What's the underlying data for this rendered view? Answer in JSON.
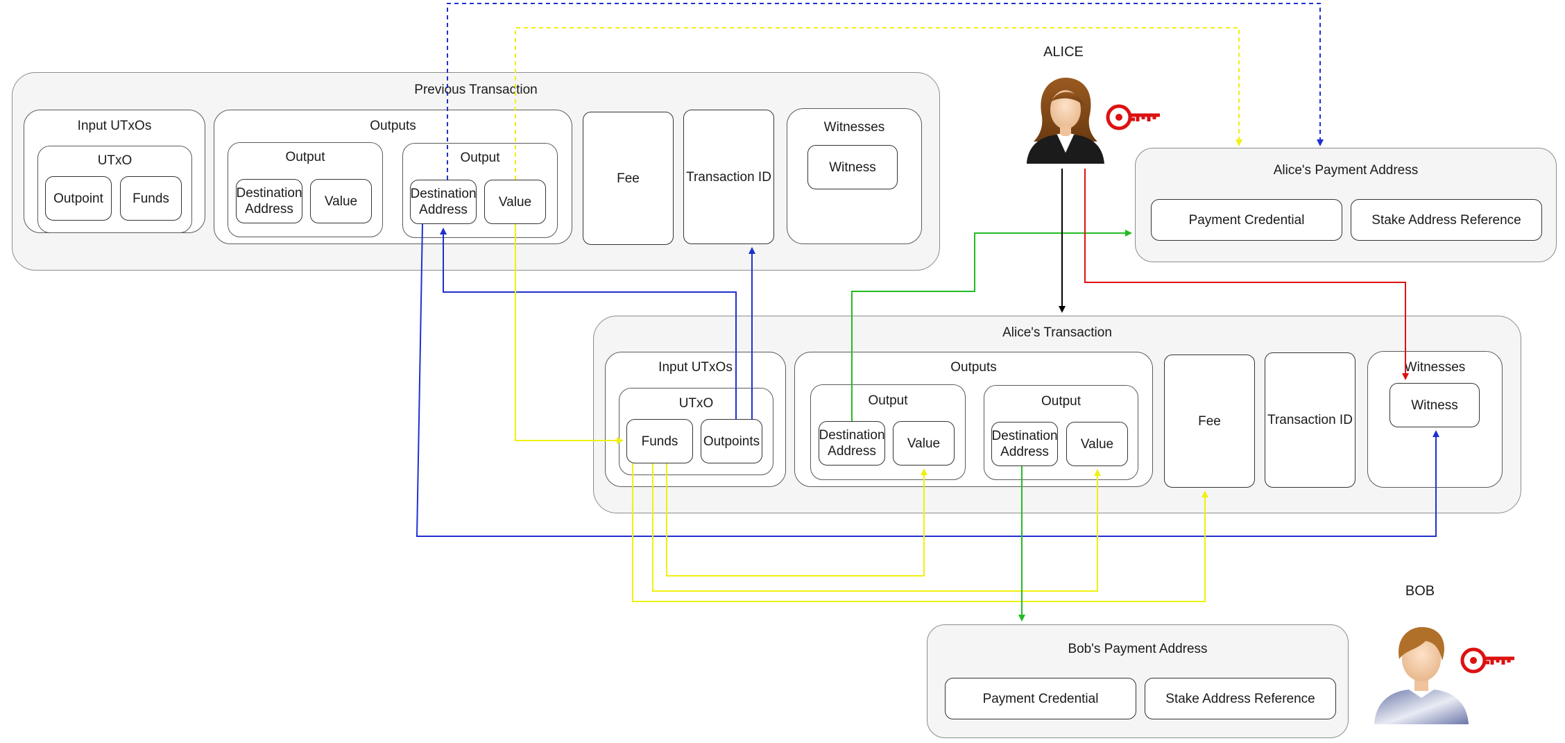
{
  "people": {
    "alice": {
      "name": "ALICE",
      "icon": "person-female-icon",
      "key_icon": "private-key-icon"
    },
    "bob": {
      "name": "BOB",
      "icon": "person-male-icon",
      "key_icon": "private-key-icon"
    }
  },
  "previous_transaction": {
    "title": "Previous Transaction",
    "inputs": {
      "title": "Input UTxOs",
      "utxo": {
        "title": "UTxO",
        "outpoint": "Outpoint",
        "funds": "Funds"
      }
    },
    "outputs": {
      "title": "Outputs",
      "output_1": {
        "title": "Output",
        "destination": "Destination Address",
        "value": "Value"
      },
      "output_2": {
        "title": "Output",
        "destination": "Destination Address",
        "value": "Value"
      }
    },
    "fee": "Fee",
    "transaction_id": "Transaction ID",
    "witnesses": {
      "title": "Witnesses",
      "witness": "Witness"
    }
  },
  "alice_payment_address": {
    "title": "Alice's Payment Address",
    "payment_credential": "Payment Credential",
    "stake_reference": "Stake Address Reference"
  },
  "alice_transaction": {
    "title": "Alice's Transaction",
    "inputs": {
      "title": "Input UTxOs",
      "utxo": {
        "title": "UTxO",
        "funds": "Funds",
        "outpoints": "Outpoints"
      }
    },
    "outputs": {
      "title": "Outputs",
      "output_1": {
        "title": "Output",
        "destination": "Destination Address",
        "value": "Value"
      },
      "output_2": {
        "title": "Output",
        "destination": "Destination Address",
        "value": "Value"
      }
    },
    "fee": "Fee",
    "transaction_id": "Transaction ID",
    "witnesses": {
      "title": "Witnesses",
      "witness": "Witness"
    }
  },
  "bob_payment_address": {
    "title": "Bob's Payment Address",
    "payment_credential": "Payment Credential",
    "stake_reference": "Stake Address Reference"
  },
  "colors": {
    "blue": "#1f2fd0",
    "yellow": "#f7f71a",
    "green": "#22bb22",
    "red": "#dd1111",
    "black": "#000000",
    "group_fill": "#f5f5f5"
  }
}
